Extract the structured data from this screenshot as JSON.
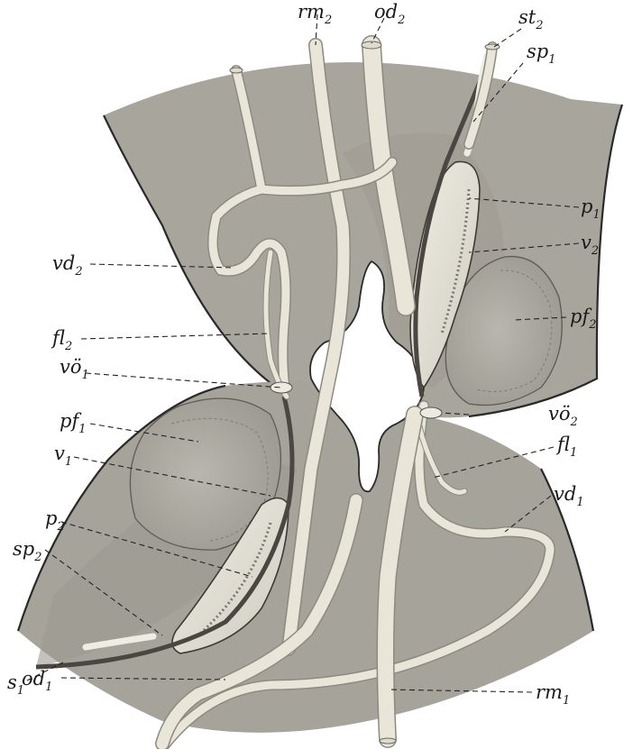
{
  "figure": {
    "labels": {
      "rm2": {
        "main": "rm",
        "sub": "2"
      },
      "od2": {
        "main": "od",
        "sub": "2"
      },
      "st2": {
        "main": "st",
        "sub": "2"
      },
      "sp1": {
        "main": "sp",
        "sub": "1"
      },
      "p1": {
        "main": "p",
        "sub": "1"
      },
      "v2": {
        "main": "v",
        "sub": "2"
      },
      "vd2": {
        "main": "vd",
        "sub": "2"
      },
      "pf2": {
        "main": "pf",
        "sub": "2"
      },
      "fl2": {
        "main": "fl",
        "sub": "2"
      },
      "vo1": {
        "main": "vö",
        "sub": "1"
      },
      "vo2": {
        "main": "vö",
        "sub": "2"
      },
      "pf1": {
        "main": "pf",
        "sub": "1"
      },
      "fl1": {
        "main": "fl",
        "sub": "1"
      },
      "v1": {
        "main": "v",
        "sub": "1"
      },
      "vd1": {
        "main": "vd",
        "sub": "1"
      },
      "p2": {
        "main": "p",
        "sub": "2"
      },
      "sp2": {
        "main": "sp",
        "sub": "2"
      },
      "s1": {
        "main": "s",
        "sub": "1"
      },
      "od1": {
        "main": "od",
        "sub": "1"
      },
      "rm1": {
        "main": "rm",
        "sub": "1"
      }
    },
    "colors": {
      "tissue": "#a7a49c",
      "tissue_dark": "#8f8c84",
      "cavity": "#ffffff",
      "tube": "#e9e5d8",
      "outline": "#2a2a2a"
    }
  }
}
